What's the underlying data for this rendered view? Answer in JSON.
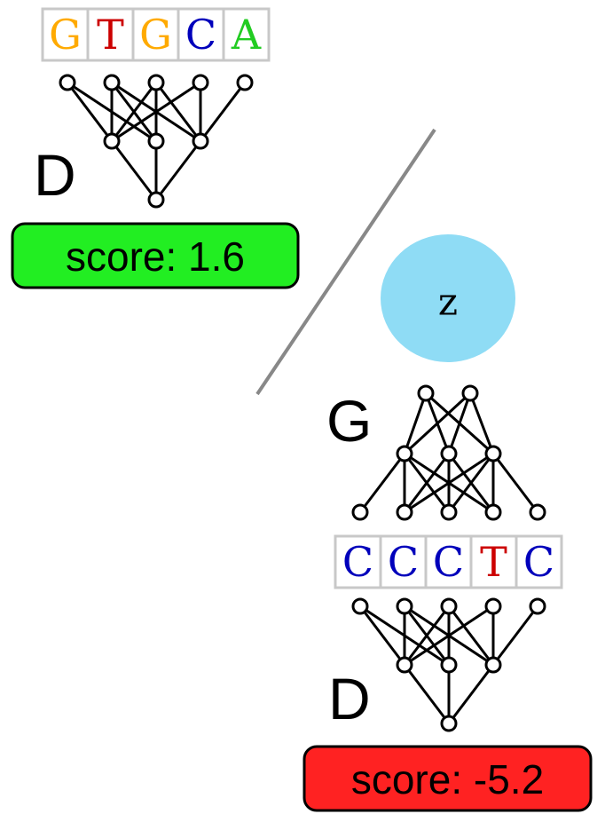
{
  "colors": {
    "A": "#22cc22",
    "C": "#0000bb",
    "G": "#ffaa00",
    "T": "#cc0000",
    "real_score_bg": "#22ee22",
    "fake_score_bg": "#ff2222",
    "latent_bg": "#8fdcf5"
  },
  "real_sample": {
    "sequence": [
      "G",
      "T",
      "G",
      "C",
      "A"
    ],
    "discriminator_label": "D",
    "score_text": "score:  1.6"
  },
  "latent": {
    "label": "z"
  },
  "generated_sample": {
    "generator_label": "G",
    "sequence": [
      "C",
      "C",
      "C",
      "T",
      "C"
    ],
    "discriminator_label": "D",
    "score_text": "score: -5.2"
  }
}
